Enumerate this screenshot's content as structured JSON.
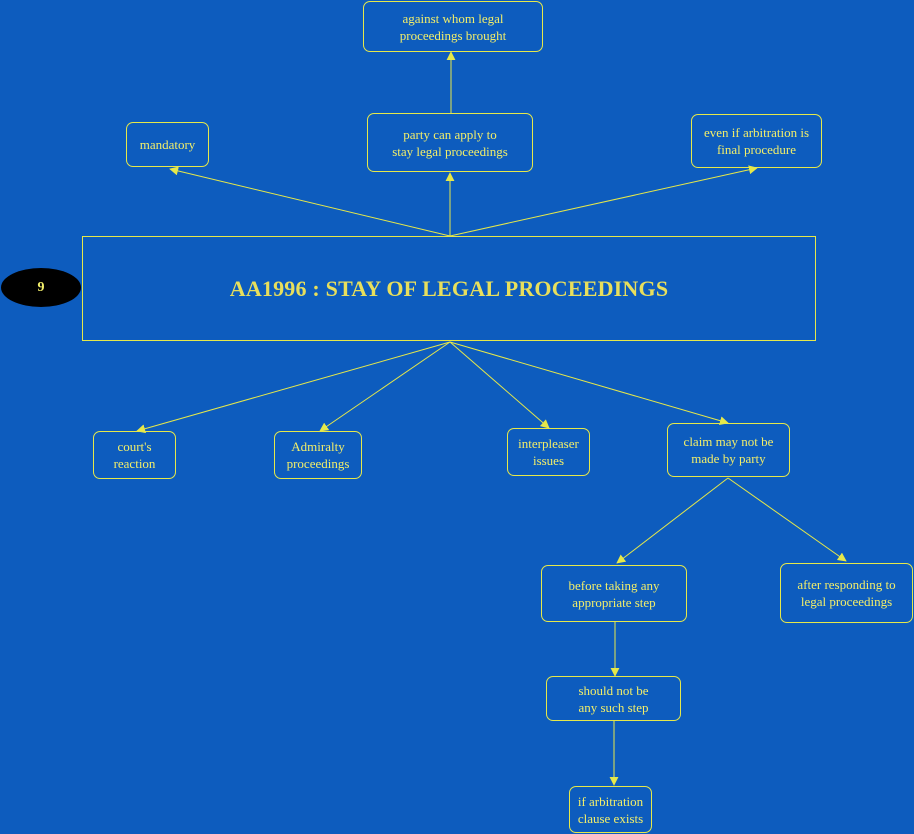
{
  "page_number": "9",
  "title": "AA1996 : STAY OF LEGAL PROCEEDINGS",
  "nodes": {
    "against": "against whom legal\nproceedings brought",
    "mandatory": "mandatory",
    "party_apply": "party can apply to\nstay legal proceedings",
    "even_if": "even if arbitration is\nfinal procedure",
    "courts_reaction": "court's\nreaction",
    "admiralty": "Admiralty\nproceedings",
    "interpleaser": "interpleaser\nissues",
    "claim_not_made": "claim may not be\nmade by party",
    "before_step": "before taking any\nappropriate step",
    "after_responding": "after responding to\nlegal proceedings",
    "should_not_be": "should not be\nany such step",
    "if_clause": "if arbitration\nclause exists"
  },
  "colors": {
    "background": "#0d5cbe",
    "line": "#e6e84a",
    "text": "#f2ee6a",
    "badge": "#000000"
  }
}
